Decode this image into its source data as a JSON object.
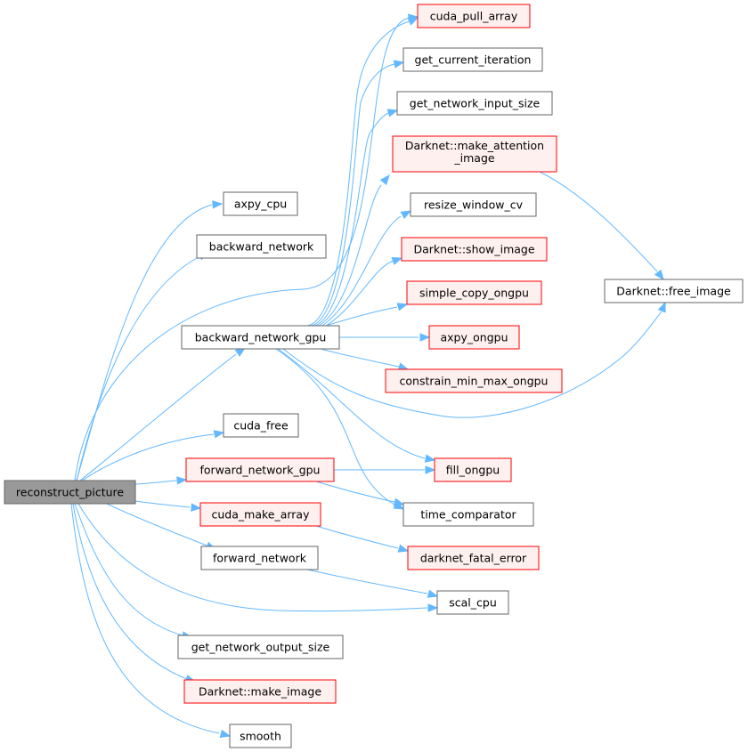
{
  "colors": {
    "edge": "#63b8ff",
    "root_fill": "#999999",
    "root_stroke": "#666666",
    "normal_fill": "#ffffff",
    "normal_stroke": "#666666",
    "external_fill": "#fff0f0",
    "external_stroke": "#ff0000"
  },
  "nodes": [
    {
      "id": "n0",
      "label": "reconstruct_picture",
      "style": "root"
    },
    {
      "id": "n1",
      "label": "axpy_cpu",
      "style": "normal"
    },
    {
      "id": "n2",
      "label": "backward_network",
      "style": "normal"
    },
    {
      "id": "n3",
      "label": "backward_network_gpu",
      "style": "normal"
    },
    {
      "id": "n4",
      "label": "cuda_pull_array",
      "style": "external"
    },
    {
      "id": "n5",
      "label": "get_current_iteration",
      "style": "normal"
    },
    {
      "id": "n6",
      "label": "get_network_input_size",
      "style": "normal"
    },
    {
      "id": "n7",
      "lines": [
        "Darknet::make_attention",
        "_image"
      ],
      "style": "external"
    },
    {
      "id": "n8",
      "label": "resize_window_cv",
      "style": "normal"
    },
    {
      "id": "n9",
      "label": "Darknet::show_image",
      "style": "external"
    },
    {
      "id": "n10",
      "label": "simple_copy_ongpu",
      "style": "external"
    },
    {
      "id": "n11",
      "label": "axpy_ongpu",
      "style": "external"
    },
    {
      "id": "n12",
      "label": "constrain_min_max_ongpu",
      "style": "external"
    },
    {
      "id": "n13",
      "label": "Darknet::free_image",
      "style": "normal"
    },
    {
      "id": "n14",
      "label": "cuda_free",
      "style": "normal"
    },
    {
      "id": "n15",
      "label": "forward_network_gpu",
      "style": "external"
    },
    {
      "id": "n16",
      "label": "fill_ongpu",
      "style": "external"
    },
    {
      "id": "n17",
      "label": "time_comparator",
      "style": "normal"
    },
    {
      "id": "n18",
      "label": "cuda_make_array",
      "style": "external"
    },
    {
      "id": "n19",
      "label": "darknet_fatal_error",
      "style": "external"
    },
    {
      "id": "n20",
      "label": "forward_network",
      "style": "normal"
    },
    {
      "id": "n21",
      "label": "scal_cpu",
      "style": "normal"
    },
    {
      "id": "n22",
      "label": "get_network_output_size",
      "style": "normal"
    },
    {
      "id": "n23",
      "label": "Darknet::make_image",
      "style": "external"
    },
    {
      "id": "n24",
      "label": "smooth",
      "style": "normal"
    }
  ],
  "edges": [
    {
      "from": "n0",
      "to": "n1"
    },
    {
      "from": "n0",
      "to": "n2"
    },
    {
      "from": "n0",
      "to": "n3"
    },
    {
      "from": "n0",
      "to": "n4"
    },
    {
      "from": "n0",
      "to": "n14"
    },
    {
      "from": "n0",
      "to": "n15"
    },
    {
      "from": "n0",
      "to": "n18"
    },
    {
      "from": "n0",
      "to": "n20"
    },
    {
      "from": "n0",
      "to": "n21"
    },
    {
      "from": "n0",
      "to": "n22"
    },
    {
      "from": "n0",
      "to": "n23"
    },
    {
      "from": "n0",
      "to": "n24"
    },
    {
      "from": "n3",
      "to": "n4"
    },
    {
      "from": "n3",
      "to": "n5"
    },
    {
      "from": "n3",
      "to": "n6"
    },
    {
      "from": "n3",
      "to": "n7"
    },
    {
      "from": "n3",
      "to": "n8"
    },
    {
      "from": "n3",
      "to": "n9"
    },
    {
      "from": "n3",
      "to": "n10"
    },
    {
      "from": "n3",
      "to": "n11"
    },
    {
      "from": "n3",
      "to": "n12"
    },
    {
      "from": "n3",
      "to": "n13"
    },
    {
      "from": "n3",
      "to": "n16"
    },
    {
      "from": "n3",
      "to": "n17"
    },
    {
      "from": "n7",
      "to": "n13"
    },
    {
      "from": "n15",
      "to": "n16"
    },
    {
      "from": "n15",
      "to": "n17"
    },
    {
      "from": "n18",
      "to": "n19"
    },
    {
      "from": "n20",
      "to": "n21"
    }
  ]
}
